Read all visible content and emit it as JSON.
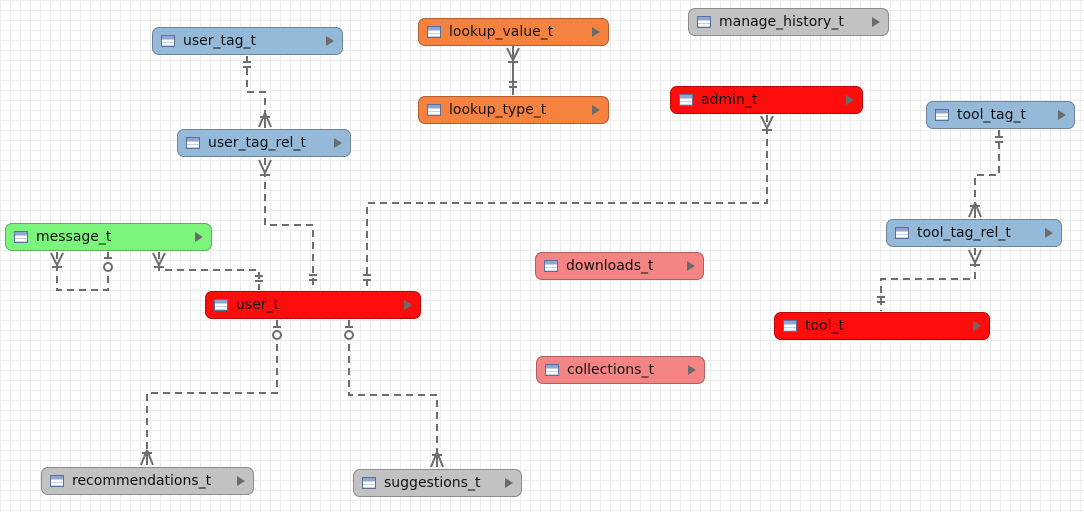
{
  "colors": {
    "blue": "#95b9d9",
    "orange": "#f5823f",
    "gray": "#c2c2c2",
    "red": "#ff0d0d",
    "salmon": "#f58585",
    "green": "#7cf57c",
    "line": "#6e6e6e"
  },
  "tables": {
    "user_tag_t": {
      "name": "user_tag_t",
      "icon": "table-icon"
    },
    "lookup_value_t": {
      "name": "lookup_value_t",
      "icon": "table-icon"
    },
    "manage_history_t": {
      "name": "manage_history_t",
      "icon": "table-icon"
    },
    "lookup_type_t": {
      "name": "lookup_type_t",
      "icon": "table-icon"
    },
    "admin_t": {
      "name": "admin_t",
      "icon": "table-icon"
    },
    "tool_tag_t": {
      "name": "tool_tag_t",
      "icon": "table-icon"
    },
    "user_tag_rel_t": {
      "name": "user_tag_rel_t",
      "icon": "table-icon"
    },
    "message_t": {
      "name": "message_t",
      "icon": "table-icon"
    },
    "tool_tag_rel_t": {
      "name": "tool_tag_rel_t",
      "icon": "table-icon"
    },
    "downloads_t": {
      "name": "downloads_t",
      "icon": "table-icon"
    },
    "user_t": {
      "name": "user_t",
      "icon": "table-icon"
    },
    "tool_t": {
      "name": "tool_t",
      "icon": "table-icon"
    },
    "collections_t": {
      "name": "collections_t",
      "icon": "table-icon"
    },
    "recommendations_t": {
      "name": "recommendations_t",
      "icon": "table-icon"
    },
    "suggestions_t": {
      "name": "suggestions_t",
      "icon": "table-icon"
    }
  },
  "relationships": [
    {
      "from": "user_tag_t",
      "to": "user_tag_rel_t",
      "from_end": "one",
      "to_end": "many"
    },
    {
      "from": "lookup_value_t",
      "to": "lookup_type_t",
      "from_end": "many",
      "to_end": "one"
    },
    {
      "from": "user_tag_rel_t",
      "to": "user_t",
      "from_end": "many",
      "to_end": "one"
    },
    {
      "from": "admin_t",
      "to": "user_t",
      "from_end": "many",
      "to_end": "one"
    },
    {
      "from": "message_t",
      "to": "message_t",
      "from_end": "many",
      "to_end": "zero-or-one"
    },
    {
      "from": "message_t",
      "to": "user_t",
      "from_end": "many",
      "to_end": "one"
    },
    {
      "from": "tool_tag_t",
      "to": "tool_tag_rel_t",
      "from_end": "one",
      "to_end": "many"
    },
    {
      "from": "tool_tag_rel_t",
      "to": "tool_t",
      "from_end": "many",
      "to_end": "one"
    },
    {
      "from": "user_t",
      "to": "recommendations_t",
      "from_end": "zero-or-one",
      "to_end": "many"
    },
    {
      "from": "user_t",
      "to": "suggestions_t",
      "from_end": "zero-or-one",
      "to_end": "many"
    }
  ]
}
